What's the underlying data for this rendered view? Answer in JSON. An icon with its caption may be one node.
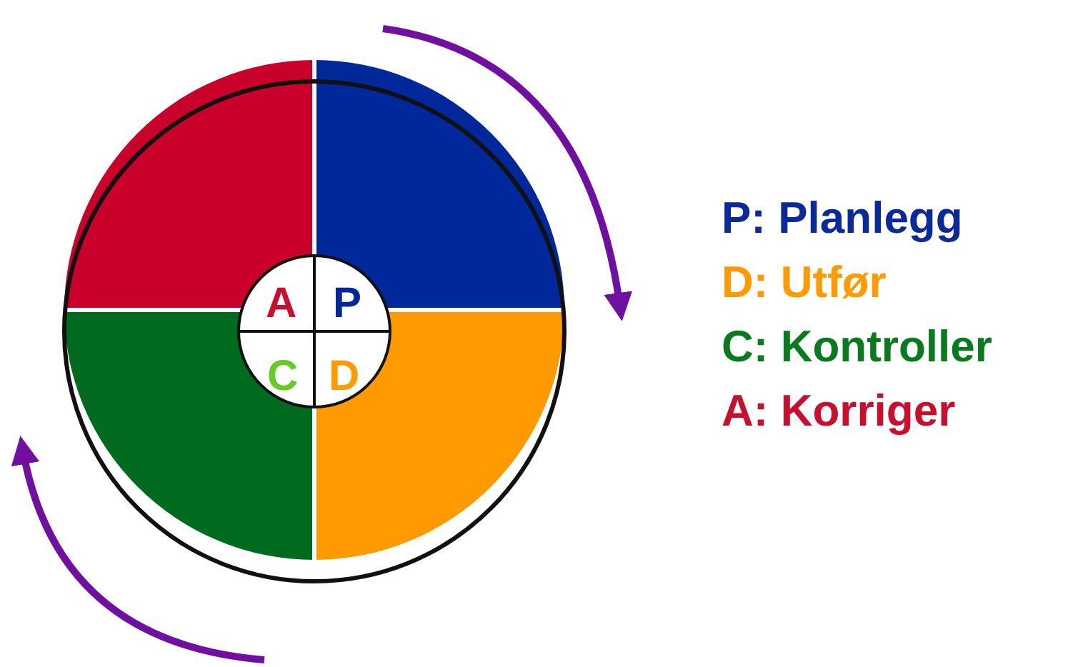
{
  "diagram": {
    "labels": [
      "A",
      "P",
      "C",
      "D",
      "P: Planlegg",
      "D: Utfør",
      "C: Kontroller",
      "A: Korriger"
    ]
  }
}
